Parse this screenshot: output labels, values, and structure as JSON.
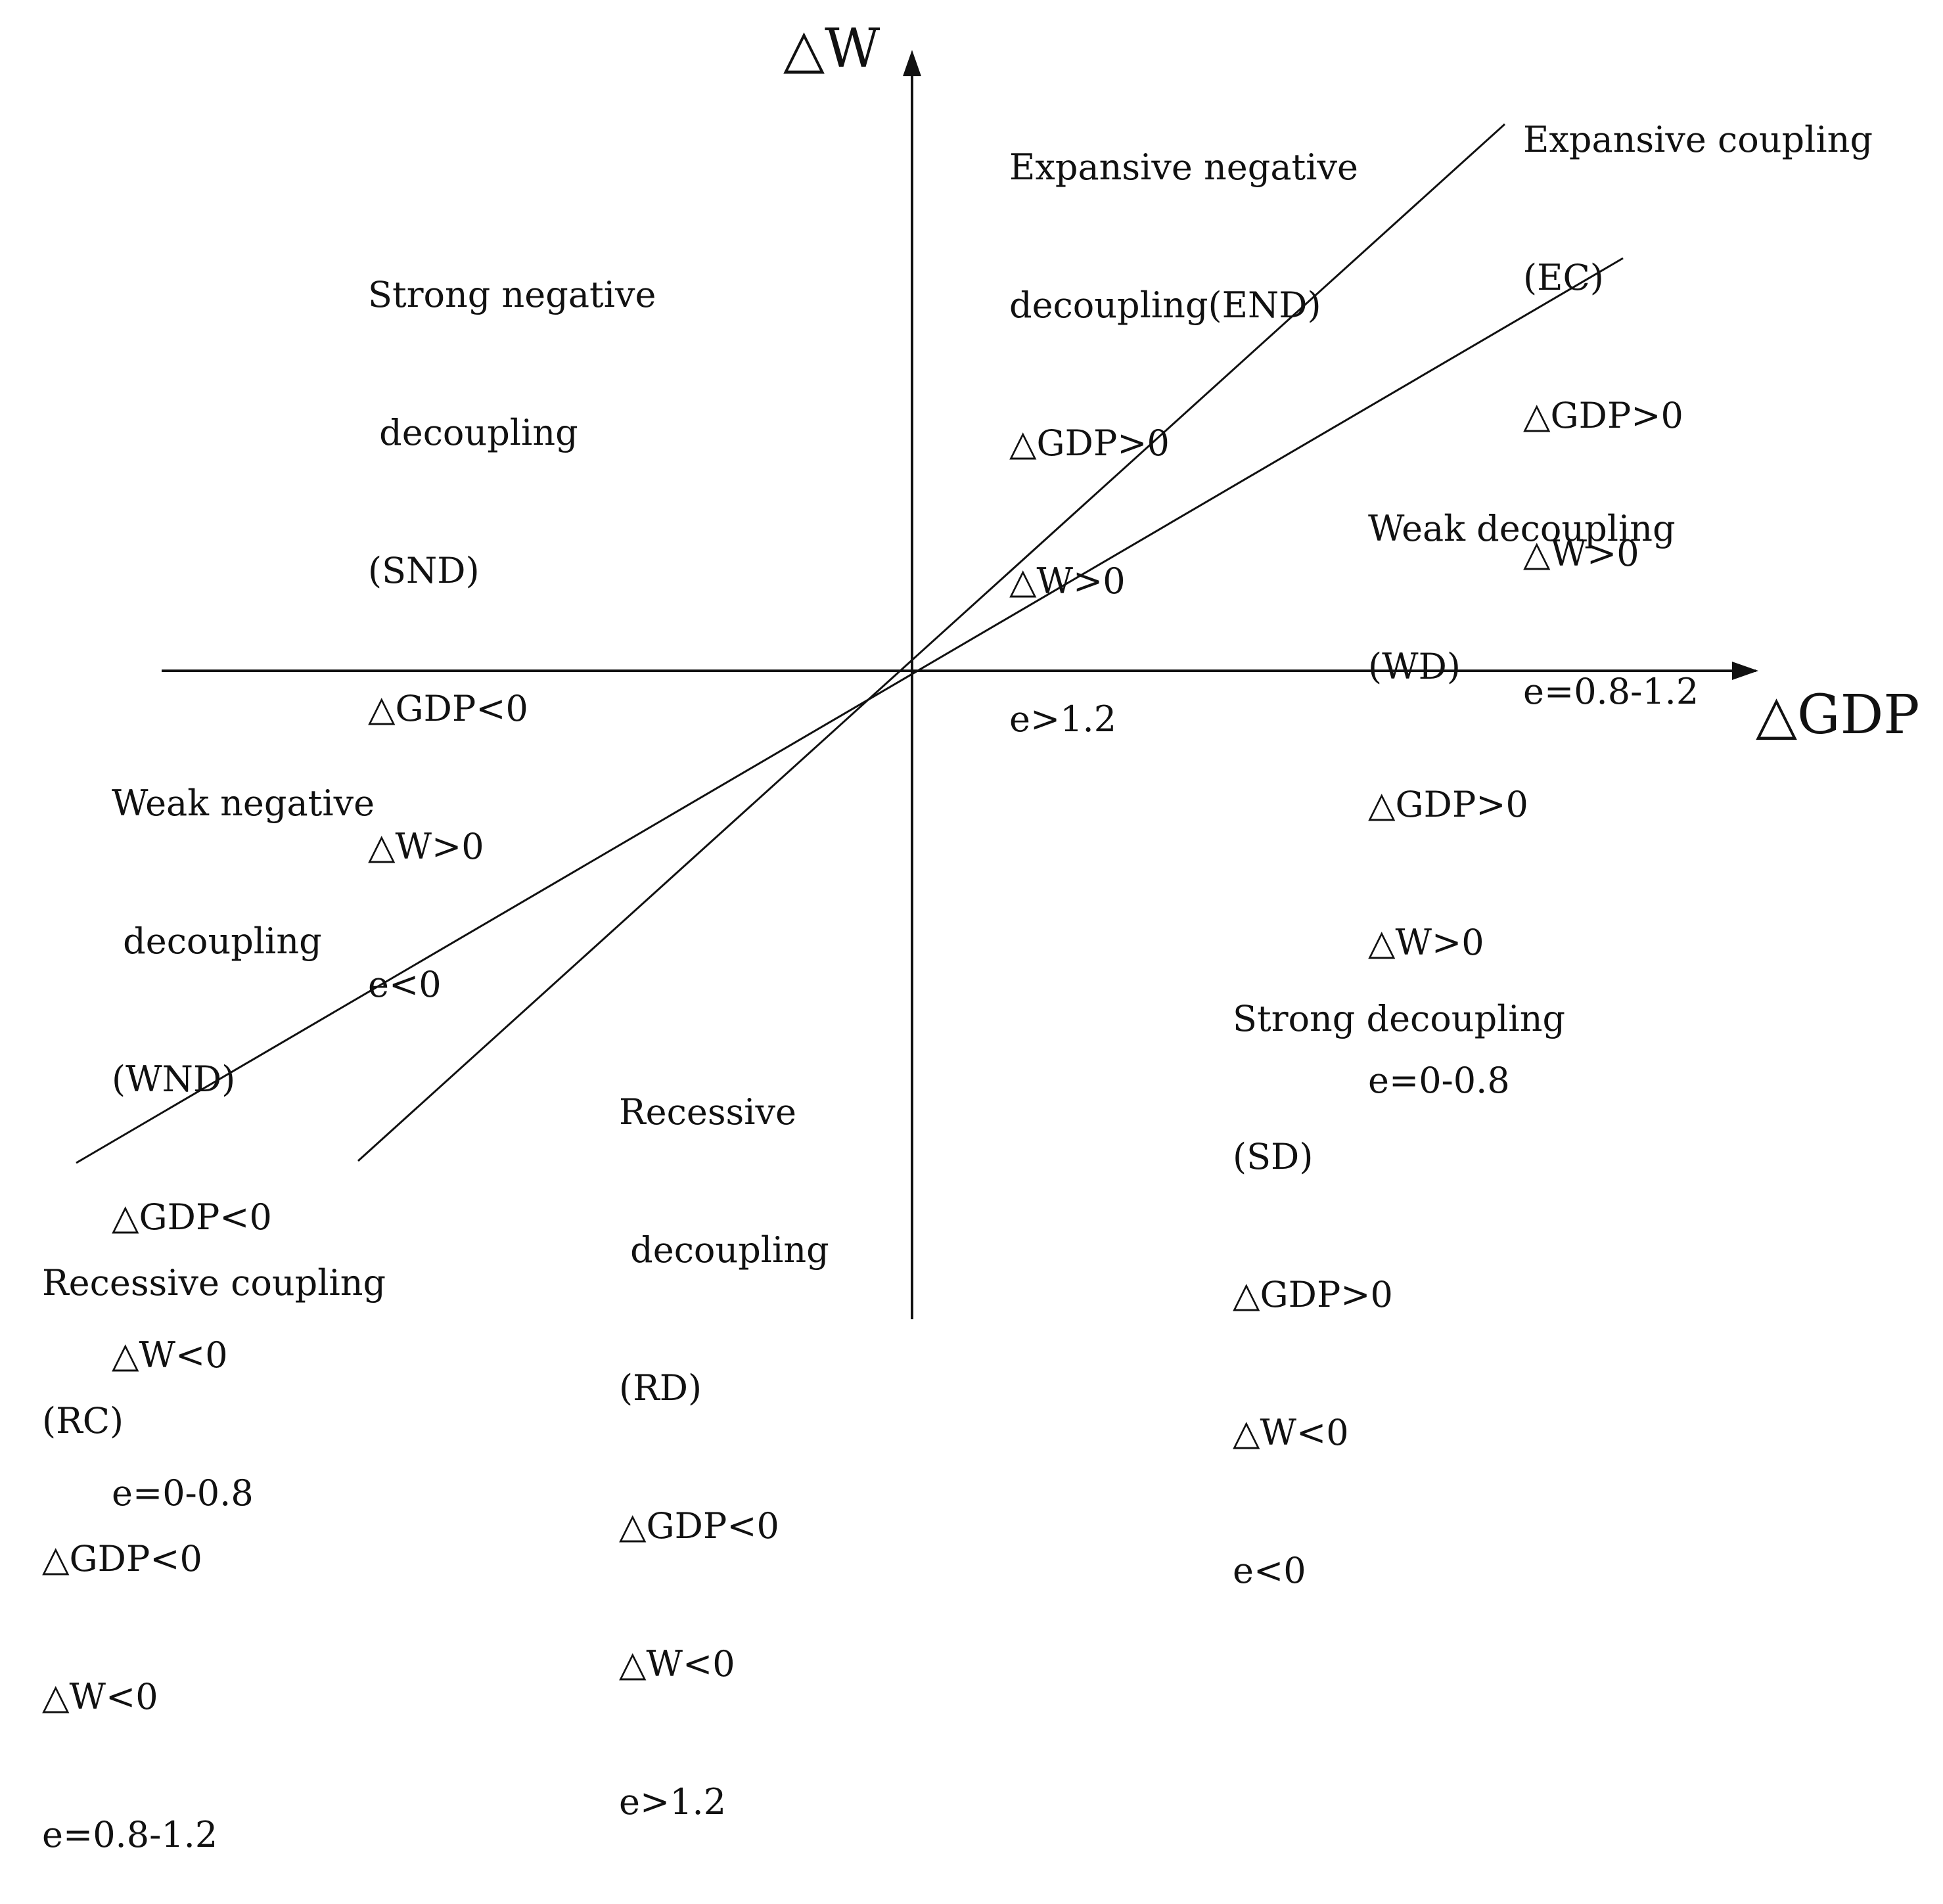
{
  "axes": {
    "y_label": "△W",
    "x_label": "△GDP"
  },
  "zones": {
    "end": {
      "name_line1": "Expansive negative",
      "name_line2": "decoupling(END)",
      "gdp": "△GDP>0",
      "w": "△W>0",
      "e": "e>1.2"
    },
    "ec": {
      "name_line1": "Expansive coupling",
      "abbr": "(EC)",
      "gdp": "△GDP>0",
      "w": "△W>0",
      "e": "e=0.8-1.2"
    },
    "snd": {
      "name_line1": "Strong negative",
      "name_line2": " decoupling",
      "abbr": "(SND)",
      "gdp": "△GDP<0",
      "w": "△W>0",
      "e": "e<0"
    },
    "wd": {
      "name_line1": "Weak decoupling",
      "abbr": "(WD)",
      "gdp": "△GDP>0",
      "w": "△W>0",
      "e": "e=0-0.8"
    },
    "wnd": {
      "name_line1": "Weak negative",
      "name_line2": " decoupling",
      "abbr": "(WND)",
      "gdp": "△GDP<0",
      "w": "△W<0",
      "e": "e=0-0.8"
    },
    "sd": {
      "name_line1": "Strong decoupling",
      "abbr": "(SD)",
      "gdp": "△GDP>0",
      "w": "△W<0",
      "e": "e<0"
    },
    "rd": {
      "name_line1": "Recessive",
      "name_line2": " decoupling",
      "abbr": "(RD)",
      "gdp": "△GDP<0",
      "w": "△W<0",
      "e": "e>1.2"
    },
    "rc": {
      "name_line1": "Recessive coupling",
      "abbr": "(RC)",
      "gdp": "△GDP<0",
      "w": "△W<0",
      "e": "e=0.8-1.2"
    }
  },
  "colors": {
    "ink": "#111111",
    "background": "#ffffff"
  }
}
